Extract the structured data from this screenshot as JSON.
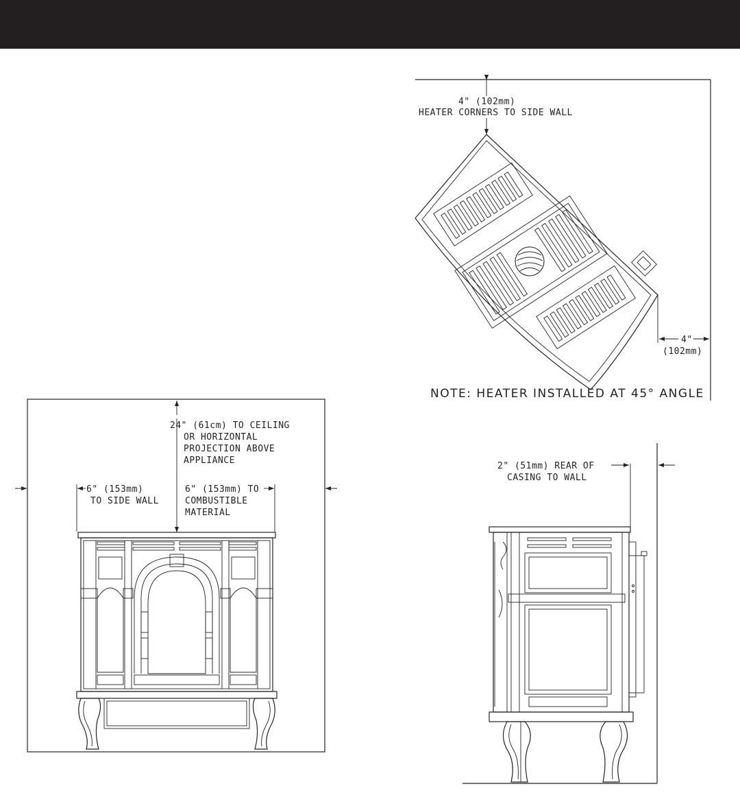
{
  "top_view": {
    "corner_clearance": "4\" (102mm)",
    "corner_clearance_desc": "HEATER CORNERS TO SIDE WALL",
    "side_clearance_1": "4\"",
    "side_clearance_2": "(102mm)",
    "note": "NOTE: HEATER INSTALLED AT 45° ANGLE"
  },
  "front_view": {
    "ceiling_1": "24\" (61cm) TO CEILING",
    "ceiling_2": "OR HORIZONTAL",
    "ceiling_3": "PROJECTION ABOVE",
    "ceiling_4": "APPLIANCE",
    "side_wall_1": "6\" (153mm)",
    "side_wall_2": "TO SIDE WALL",
    "combustible_1": "6\" (153mm) TO",
    "combustible_2": "COMBUSTIBLE",
    "combustible_3": "MATERIAL"
  },
  "side_view": {
    "rear_1": "2\" (51mm) REAR OF",
    "rear_2": "CASING TO WALL"
  }
}
